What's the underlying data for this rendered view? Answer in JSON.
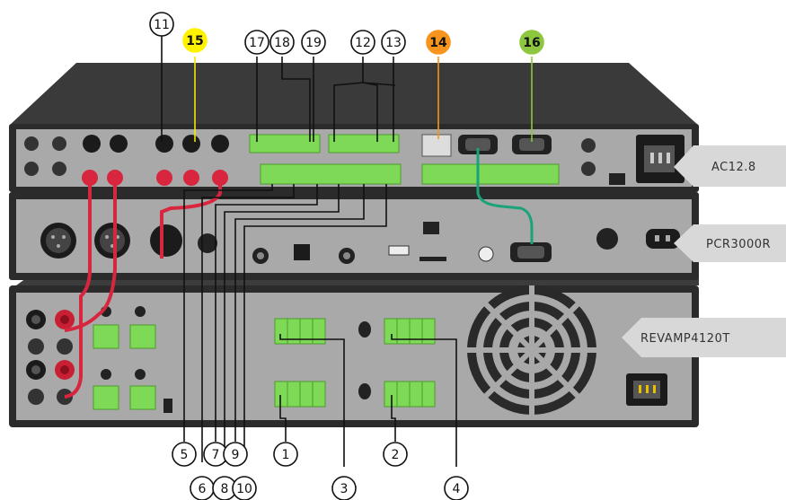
{
  "units": [
    {
      "id": "ac",
      "label": "AC12.8"
    },
    {
      "id": "pcr",
      "label": "PCR3000R"
    },
    {
      "id": "revamp",
      "label": "REVAMP4120T"
    }
  ],
  "callouts": [
    {
      "id": "c1",
      "text": "1",
      "color": "#ffffff",
      "textColor": "#111111"
    },
    {
      "id": "c2",
      "text": "2",
      "color": "#ffffff",
      "textColor": "#111111"
    },
    {
      "id": "c3",
      "text": "3",
      "color": "#ffffff",
      "textColor": "#111111"
    },
    {
      "id": "c4",
      "text": "4",
      "color": "#ffffff",
      "textColor": "#111111"
    },
    {
      "id": "c5",
      "text": "5",
      "color": "#ffffff",
      "textColor": "#111111"
    },
    {
      "id": "c6",
      "text": "6",
      "color": "#ffffff",
      "textColor": "#111111"
    },
    {
      "id": "c7",
      "text": "7",
      "color": "#ffffff",
      "textColor": "#111111"
    },
    {
      "id": "c8",
      "text": "8",
      "color": "#ffffff",
      "textColor": "#111111"
    },
    {
      "id": "c9",
      "text": "9",
      "color": "#ffffff",
      "textColor": "#111111"
    },
    {
      "id": "c10",
      "text": "10",
      "color": "#ffffff",
      "textColor": "#111111"
    },
    {
      "id": "c11",
      "text": "11",
      "color": "#ffffff",
      "textColor": "#111111"
    },
    {
      "id": "c12",
      "text": "12",
      "color": "#ffffff",
      "textColor": "#111111"
    },
    {
      "id": "c13",
      "text": "13",
      "color": "#ffffff",
      "textColor": "#111111"
    },
    {
      "id": "c14",
      "text": "14",
      "color": "#f7941d",
      "textColor": "#ffffff"
    },
    {
      "id": "c15",
      "text": "15",
      "color": "#fff200",
      "textColor": "#111111"
    },
    {
      "id": "c16",
      "text": "16",
      "color": "#8dc63f",
      "textColor": "#ffffff"
    },
    {
      "id": "c17",
      "text": "17",
      "color": "#ffffff",
      "textColor": "#111111"
    },
    {
      "id": "c18",
      "text": "18",
      "color": "#ffffff",
      "textColor": "#111111"
    },
    {
      "id": "c19",
      "text": "19",
      "color": "#ffffff",
      "textColor": "#111111"
    }
  ],
  "colors": {
    "chassis": "#2b2b2b",
    "chassis_top": "#3a3a3a",
    "panel": "#a9a9a9",
    "terminal_green": "#7ed957",
    "speaker_red": "#d7263d",
    "serial_link": "#1aa37a",
    "wire_black": "#111111",
    "lead_yellow": "#f2e600",
    "lead_orange": "#f7941d",
    "lead_green": "#8dc63f"
  }
}
